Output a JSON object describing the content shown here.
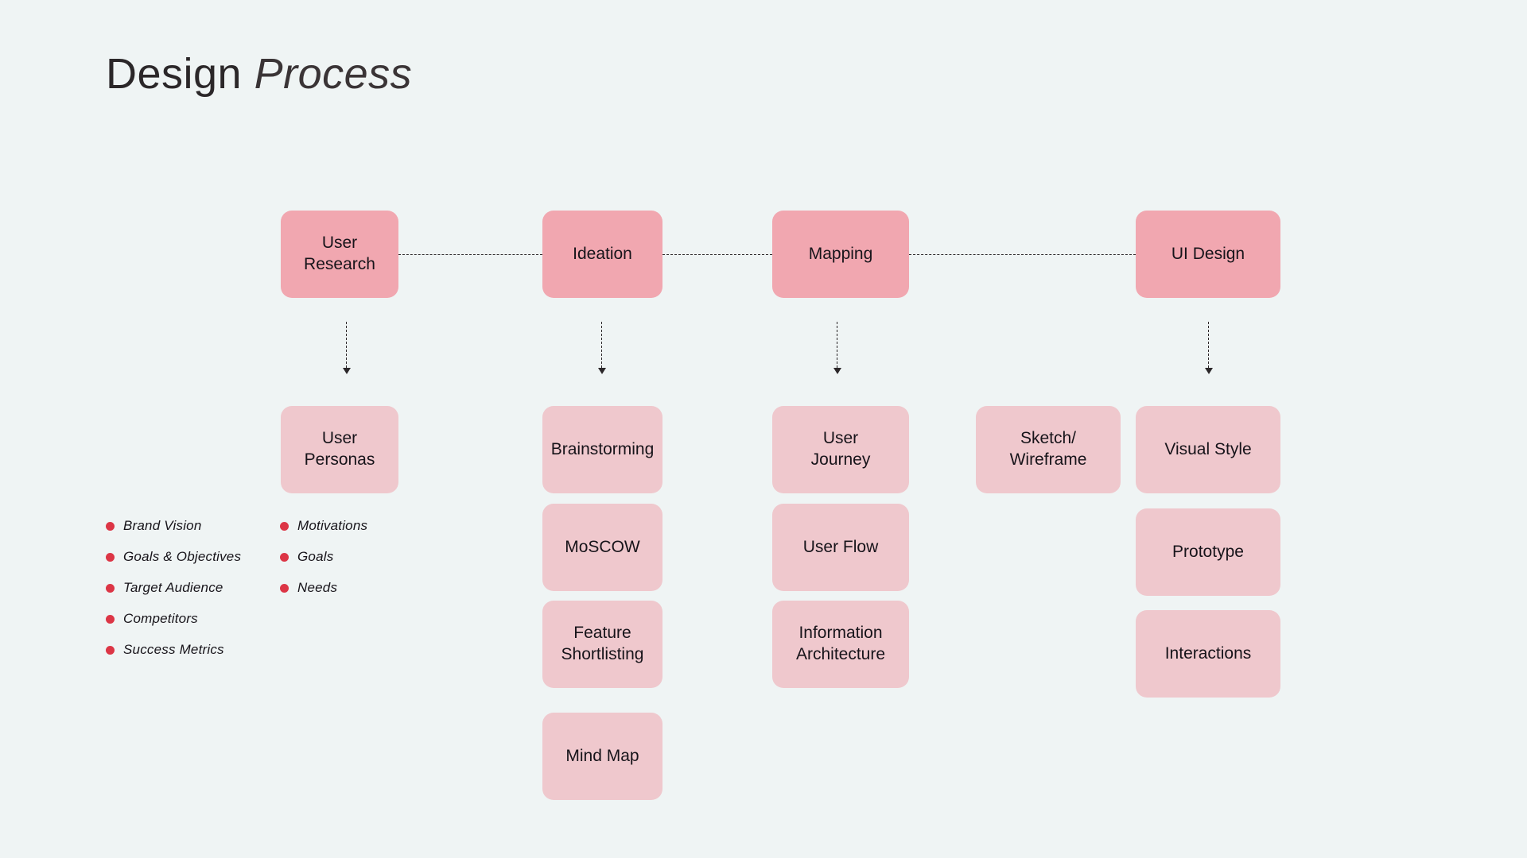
{
  "page": {
    "background_color": "#eff4f4",
    "title_primary": "Design",
    "title_secondary": "Process"
  },
  "colors": {
    "phase_box": "#f1a7b0",
    "sub_box": "#efc8cd",
    "bullet_dot": "#dc3545",
    "text": "#17141a",
    "connector": "#2b2729"
  },
  "phases": [
    {
      "label": "User\nResearch",
      "line1": "User",
      "line2": "Research"
    },
    {
      "label": "Ideation",
      "line1": "Ideation",
      "line2": ""
    },
    {
      "label": "Mapping",
      "line1": "Mapping",
      "line2": ""
    },
    {
      "label": "UI Design",
      "line1": "UI Design",
      "line2": ""
    }
  ],
  "sub_items": {
    "user_research": [
      {
        "line1": "User",
        "line2": "Personas"
      }
    ],
    "ideation": [
      {
        "line1": "Brainstorming",
        "line2": ""
      },
      {
        "line1": "MoSCOW",
        "line2": ""
      },
      {
        "line1": "Feature",
        "line2": "Shortlisting"
      },
      {
        "line1": "Mind Map",
        "line2": ""
      }
    ],
    "mapping": [
      {
        "line1": "User",
        "line2": "Journey"
      },
      {
        "line1": "User Flow",
        "line2": ""
      },
      {
        "line1": "Information",
        "line2": "Architecture"
      }
    ],
    "ui_design_extra": [
      {
        "line1": "Sketch/",
        "line2": "Wireframe"
      }
    ],
    "ui_design": [
      {
        "line1": "Visual Style",
        "line2": ""
      },
      {
        "line1": "Prototype",
        "line2": ""
      },
      {
        "line1": "Interactions",
        "line2": ""
      }
    ]
  },
  "bullet_columns": [
    {
      "items": [
        "Brand Vision",
        "Goals & Objectives",
        "Target Audience",
        "Competitors",
        "Success Metrics"
      ]
    },
    {
      "items": [
        "Motivations",
        "Goals",
        "Needs"
      ]
    }
  ]
}
